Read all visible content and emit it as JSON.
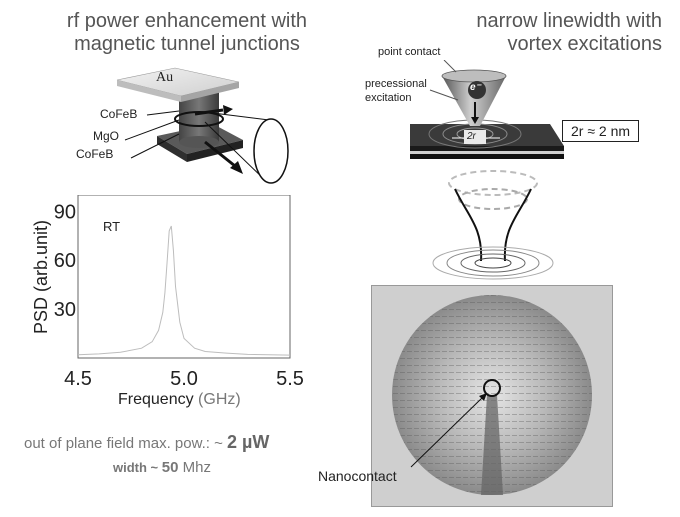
{
  "left": {
    "title_line1": "rf power enhancement with",
    "title_line2": "magnetic tunnel junctions",
    "stack_layers": {
      "top": "Au",
      "free": "CoFeB",
      "barrier": "MgO",
      "pinned": "CoFeB"
    },
    "footer": {
      "line1_prefix": "out of plane field max. pow.: ~ ",
      "line1_value": "2 µW",
      "line2_prefix": "width ~ ",
      "line2_value": "50",
      "line2_unit": " Mhz"
    }
  },
  "right": {
    "title_line1": "narrow linewidth with",
    "title_line2": "vortex excitations",
    "labels": {
      "point_contact": "point contact",
      "precessional_line1": "precessional",
      "precessional_line2": "excitation",
      "electron": "e⁻",
      "radius": "2r",
      "size_box": "2r ≈ 2 nm",
      "nanocontact": "Nanocontact"
    }
  },
  "chart_data": {
    "type": "line",
    "annotation": "RT",
    "xlabel": "Frequency",
    "xlabel_unit": "(GHz)",
    "ylabel": "PSD (arb.unit)",
    "xlim": [
      4.5,
      5.5
    ],
    "ylim": [
      0,
      100
    ],
    "xticks": [
      "4.5",
      "5.0",
      "5.5"
    ],
    "yticks": [
      "30",
      "60",
      "90"
    ],
    "series": [
      {
        "color": "#bdbdbd",
        "x": [
          4.5,
          4.6,
          4.7,
          4.8,
          4.85,
          4.88,
          4.9,
          4.91,
          4.92,
          4.93,
          4.94,
          4.95,
          4.96,
          4.98,
          5.0,
          5.05,
          5.1,
          5.2,
          5.3,
          5.4,
          5.5
        ],
        "y": [
          2,
          2.5,
          3.5,
          6,
          10,
          17,
          28,
          40,
          58,
          78,
          81,
          66,
          44,
          22,
          12,
          6,
          4,
          3,
          2.2,
          2,
          1.8
        ]
      }
    ]
  }
}
